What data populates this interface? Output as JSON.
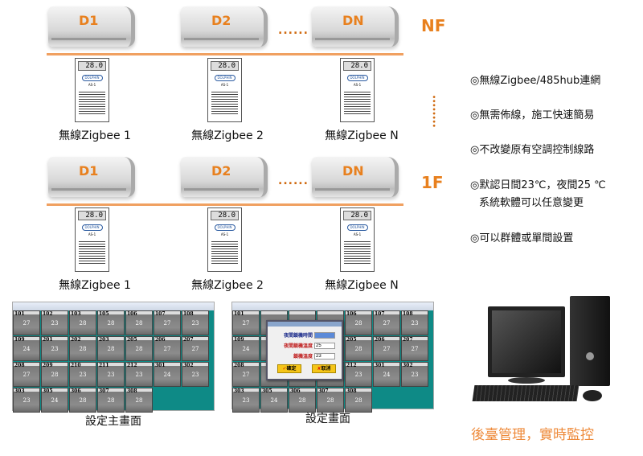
{
  "floors": [
    {
      "label": "NF",
      "units": [
        "D1",
        "D2",
        "DN"
      ],
      "ellipsis": "......",
      "controllers": [
        {
          "temp": "28.0",
          "model": "AS-1"
        },
        {
          "temp": "28.0",
          "model": "AS-1"
        },
        {
          "temp": "28.0",
          "model": "AS-1"
        }
      ],
      "captions": [
        "無線Zigbee 1",
        "無線Zigbee 2",
        "無線Zigbee N"
      ]
    },
    {
      "label": "1F",
      "units": [
        "D1",
        "D2",
        "DN"
      ],
      "ellipsis": "......",
      "controllers": [
        {
          "temp": "28.0",
          "model": "AS-1"
        },
        {
          "temp": "28.0",
          "model": "AS-1"
        },
        {
          "temp": "28.0",
          "model": "AS-1"
        }
      ],
      "captions": [
        "無線Zigbee 1",
        "無線Zigbee 2",
        "無線Zigbee N"
      ]
    }
  ],
  "brand": "DOLPHIN",
  "features": [
    "◎無線Zigbee/485hub連網",
    "◎無需佈線，施工快速簡易",
    "◎不改變原有空調控制線路",
    "◎默認日間23℃，夜間25 ℃",
    "系統軟體可以任意變更",
    "◎可以群體或單間設置"
  ],
  "rooms": [
    [
      "101",
      "27"
    ],
    [
      "102",
      "23"
    ],
    [
      "103",
      "28"
    ],
    [
      "105",
      "28"
    ],
    [
      "106",
      "28"
    ],
    [
      "107",
      "27"
    ],
    [
      "108",
      "23"
    ],
    [
      "109",
      "24"
    ],
    [
      "201",
      "23"
    ],
    [
      "202",
      "28"
    ],
    [
      "203",
      "28"
    ],
    [
      "205",
      "28"
    ],
    [
      "206",
      "27"
    ],
    [
      "207",
      "27"
    ],
    [
      "208",
      "27"
    ],
    [
      "209",
      "28"
    ],
    [
      "210",
      "23"
    ],
    [
      "211",
      "23"
    ],
    [
      "212",
      "23"
    ],
    [
      "301",
      "24"
    ],
    [
      "302",
      "23"
    ],
    [
      "303",
      "23"
    ],
    [
      "305",
      "24"
    ],
    [
      "306",
      "28"
    ],
    [
      "307",
      "28"
    ],
    [
      "308",
      "28"
    ]
  ],
  "main_caption": "設定主畫面",
  "settings_caption": "設定畫面",
  "dialog": {
    "night_lock_time_label": "夜間鎖機時間",
    "night_lock_time": "",
    "night_lock_temp_label": "夜間鎖機溫度",
    "night_lock_temp": "25",
    "lock_temp_label": "鎖機溫度",
    "lock_temp": "23",
    "ok": "確定",
    "cancel": "取消"
  },
  "pc_caption": "後臺管理，實時監控",
  "colors": {
    "accent": "#e8801e",
    "teal": "#0e8a86"
  }
}
